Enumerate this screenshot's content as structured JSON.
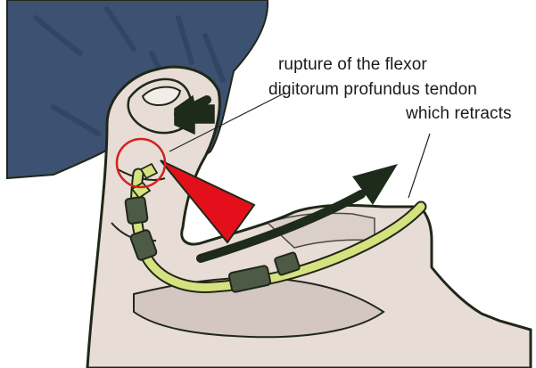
{
  "annotation": {
    "lines": [
      "rupture of the flexor",
      "digitorum profundus tendon",
      "which retracts"
    ]
  },
  "colors": {
    "cloth": "#3d5172",
    "cloth_dark": "#2a3a58",
    "skin": "#e8dcd6",
    "skin_shadow": "#d4c6c0",
    "tendon": "#d5e27f",
    "sheath": "#4d5a45",
    "red_arrow": "#e3101b",
    "red_circle": "#d42020",
    "dark_arrow": "#1e2a1a",
    "outline": "#1f2818"
  }
}
